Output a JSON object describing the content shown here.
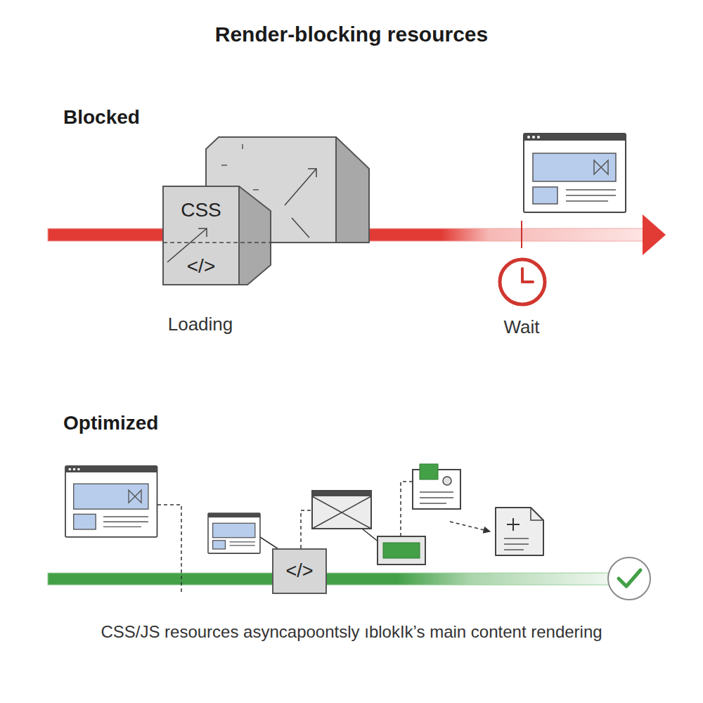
{
  "diagram": {
    "title": "Render-blocking resources",
    "caption": "CSS/JS resources asyncapoontsly ıblokIk’s main content rendering",
    "nodes": [
      {
        "text": [
          "CSS",
          "</>"
        ]
      },
      {
        "text": [
          "</>"
        ]
      }
    ],
    "labels": [
      "Blocked",
      "Loading",
      "Wait",
      "Optimized"
    ]
  }
}
